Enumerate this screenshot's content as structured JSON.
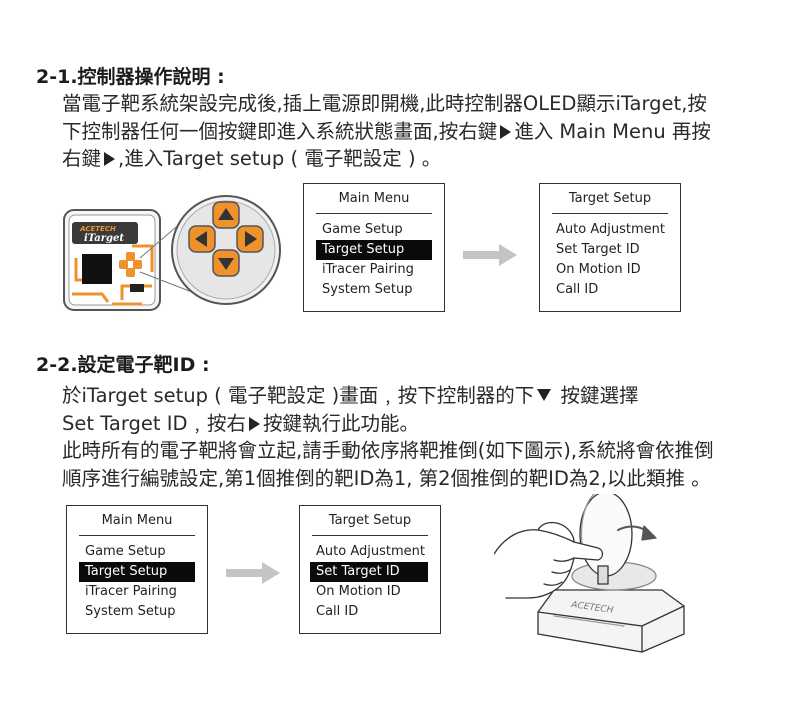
{
  "section1": {
    "title": "2-1.控制器操作說明 :",
    "line1": "當電子靶系統架設完成後,插上電源即開機,此時控制器OLED顯示iTarget,按",
    "line2a": "下控制器任何一個按鍵即進入系統狀態畫面,按右鍵",
    "line2b": "進入 Main Menu 再按",
    "line3a": "右鍵",
    "line3b": ",進入Target setup ( 電子靶設定 ) 。"
  },
  "section2": {
    "title": "2-2.設定電子靶ID :",
    "line1a": "於iTarget setup ( 電子靶設定 )畫面﹐按下控制器的下",
    "line1b": " 按鍵選擇",
    "line2a": "Set Target ID﹐按右",
    "line2b": "按鍵執行此功能。",
    "line3": "此時所有的電子靶將會立起,請手動依序將靶推倒(如下圖示),系統將會依推倒",
    "line4": "順序進行編號設定,第1個推倒的靶ID為1, 第2個推倒的靶ID為2,以此類推 。"
  },
  "controller": {
    "brand": "ACETECH",
    "product": "iTarget"
  },
  "main_menu": {
    "title": "Main Menu",
    "items": [
      "Game  Setup",
      "Target  Setup",
      "iTracer  Pairing",
      "System Setup"
    ],
    "selected_index": 1
  },
  "target_setup_1": {
    "title": "Target Setup",
    "items": [
      "Auto Adjustment",
      "Set Target ID",
      "On Motion ID",
      "Call ID"
    ]
  },
  "main_menu_2": {
    "title": "Main Menu",
    "items": [
      "Game  Setup",
      "Target  Setup",
      "iTracer  Pairing",
      "System Setup"
    ],
    "selected_index": 1
  },
  "target_setup_2": {
    "title": "Target Setup",
    "items": [
      "Auto Adjustment",
      "Set Target ID",
      "On Motion ID",
      "Call ID"
    ],
    "selected_index": 1
  },
  "target_base_label": "ACETECH",
  "colors": {
    "accent_orange": "#f0922b",
    "arrow_gray": "#c4c4c4"
  }
}
